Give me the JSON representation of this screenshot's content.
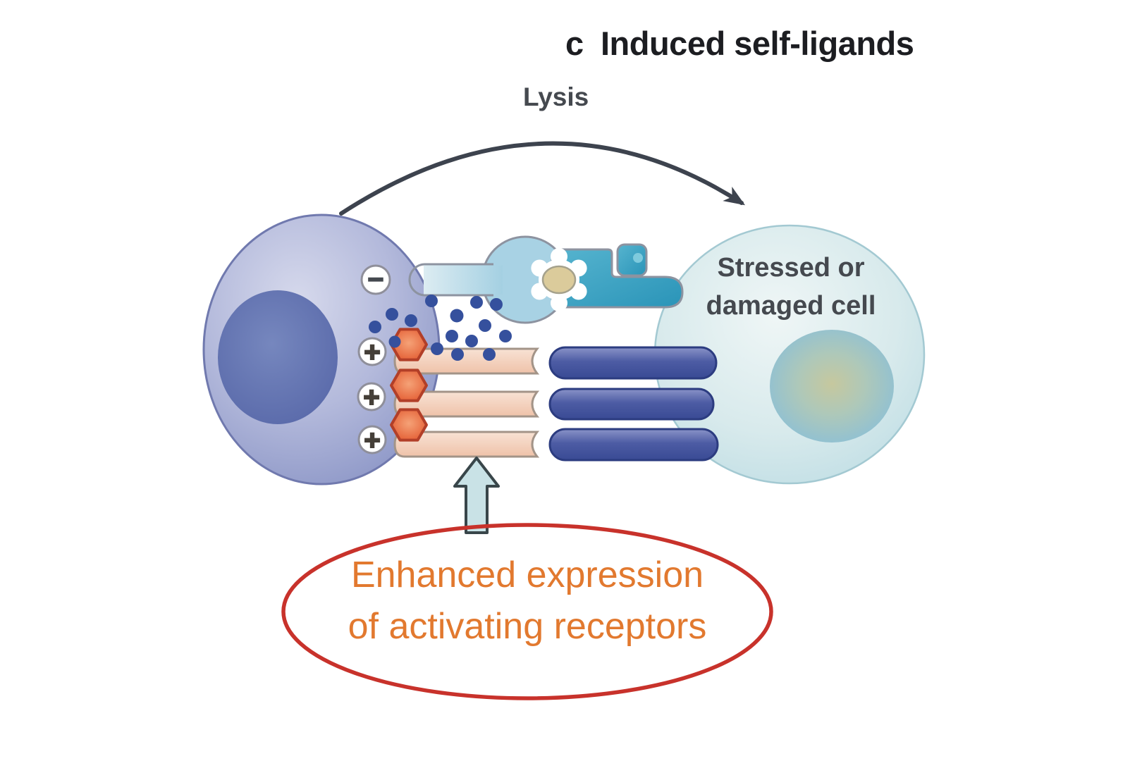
{
  "panel": {
    "marker": "c",
    "title": "Induced self-ligands"
  },
  "labels": {
    "lysis": "Lysis",
    "target_cell_line1": "Stressed or",
    "target_cell_line2": "damaged cell",
    "annotation_line1": "Enhanced expression",
    "annotation_line2": "of activating receptors"
  },
  "badges": {
    "inhibitory_symbol": "−",
    "activating_symbol": "+",
    "activating_count": 3
  },
  "colors": {
    "nk_cell_fill": "#aab1d6",
    "nk_cell_outline": "#7079ae",
    "nk_nucleus": "#6272b0",
    "target_cell_fill": "#d3e7ec",
    "target_cell_outline": "#a3c9d2",
    "target_nucleus": "#8fc0d6",
    "target_nucleus_center": "#c9c9a0",
    "inhibitory_receptor": "#aed4e6",
    "induced_ligand_teal": "#2f9ec0",
    "peptide_oval": "#dbcb9b",
    "activating_receptor_pink": "#f2cdb6",
    "activating_receptor_tip": "#e8764a",
    "ligand_bar_blue": "#46549f",
    "granule_dot": "#35509d",
    "title_text": "#1c1d21",
    "gray_text": "#45494f",
    "annotation_outline": "#c8322b",
    "annotation_text": "#e2792f",
    "lysis_arrow": "#3d434e",
    "enhance_arrow_fill": "#c9e2e6"
  }
}
